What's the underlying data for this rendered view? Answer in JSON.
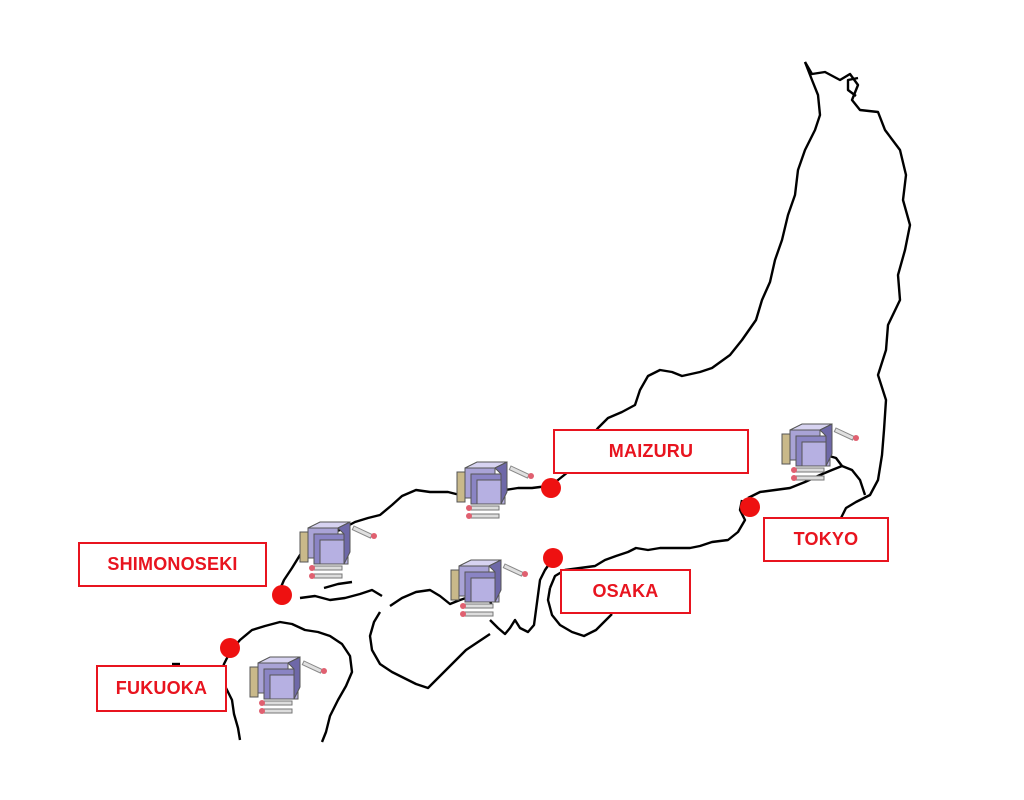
{
  "map": {
    "land_outline_color": "#000000",
    "marker_color": "#ee1111",
    "label_border_color": "#e8141f",
    "label_text_color": "#e8141f",
    "facility_icon": "factory-machine-icon",
    "cities": [
      {
        "id": "maizuru",
        "label": "MAIZURU"
      },
      {
        "id": "tokyo",
        "label": "TOKYO"
      },
      {
        "id": "shimonoseki",
        "label": "SHIMONOSEKI"
      },
      {
        "id": "osaka",
        "label": "OSAKA"
      },
      {
        "id": "fukuoka",
        "label": "FUKUOKA"
      }
    ]
  }
}
